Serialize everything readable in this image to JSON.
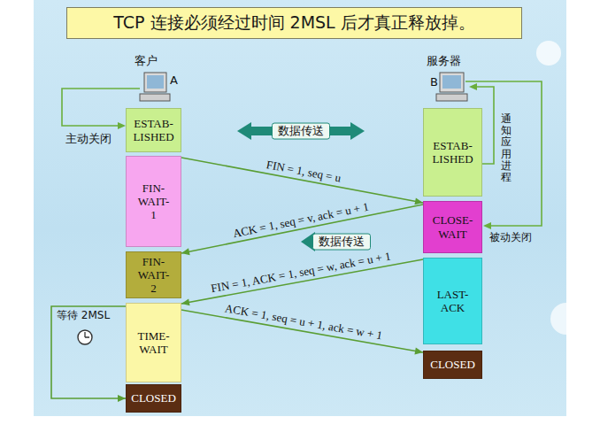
{
  "diagram": {
    "title": "TCP 连接必须经过时间 2MSL 后才真正释放掉。",
    "nodes": [
      {
        "text": [
          "ESTAB- LISHED"
        ]
      },
      {
        "text": [
          "FIN- WAIT-1"
        ]
      },
      {
        "text": [
          "FIN- WAIT-2"
        ]
      },
      {
        "text": [
          "TIME- WAIT"
        ]
      },
      {
        "text": [
          "CLOSED"
        ]
      },
      {
        "text": [
          "ESTAB- LISHED"
        ]
      },
      {
        "text": [
          "CLOSE- WAIT"
        ]
      },
      {
        "text": [
          "LAST- ACK"
        ]
      },
      {
        "text": [
          "CLOSED"
        ]
      }
    ],
    "edges": [
      {
        "from": 1,
        "to": 6,
        "label": "FIN = 1, seq = u",
        "arrow": "to"
      },
      {
        "from": 6,
        "to": 2,
        "label": "ACK = 1, seq = v, ack = u + 1",
        "arrow": "to"
      },
      {
        "from": 7,
        "to": 3,
        "label": "FIN = 1, ACK = 1, seq = w, ack = u + 1",
        "arrow": "to"
      },
      {
        "from": 3,
        "to": 8,
        "label": "ACK = 1, seq = u + 1, ack = w + 1",
        "arrow": "to"
      },
      {
        "from": 3,
        "to": 4,
        "label": "等待 2MSL",
        "arrow": "to"
      }
    ],
    "labels": [
      "客户",
      "A",
      "服务器",
      "B",
      "主动关闭",
      "数据传送",
      "数据传送",
      "通知应用进程",
      "被动关闭"
    ]
  }
}
